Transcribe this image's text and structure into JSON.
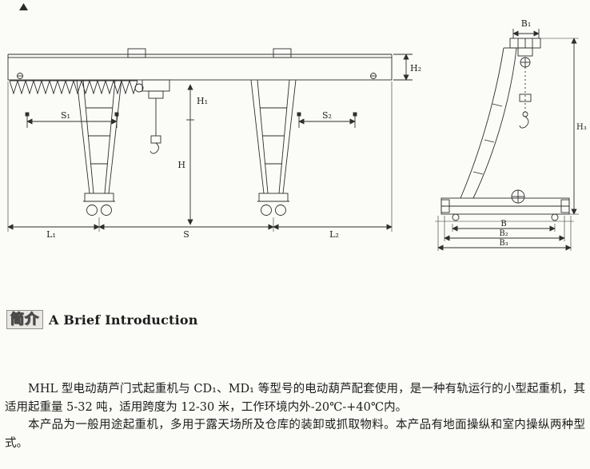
{
  "doc": {
    "section_icon": "简介",
    "section_title": "A Brief Introduction",
    "paragraphs": [
      "MHL 型电动葫芦门式起重机与 CD₁、MD₁ 等型号的电动葫芦配套使用，是一种有轨运行的小型起重机，其适用起重量 5-32 吨，适用跨度为 12-30 米，工作环境内外-20℃-+40℃内。",
      "本产品为一般用途起重机，多用于露天场所及仓库的装卸或抓取物料。本产品有地面操纵和室内操纵两种型式。"
    ]
  },
  "drawing": {
    "front": {
      "s1": "S₁",
      "s2": "S₂",
      "h": "H",
      "h1": "H₁",
      "h2": "H₂",
      "l1": "L₁",
      "s": "S",
      "l2": "L₂"
    },
    "side": {
      "b1": "B₁",
      "h3": "H₃",
      "b": "B",
      "b2": "B₂",
      "b3": "B₃"
    }
  }
}
